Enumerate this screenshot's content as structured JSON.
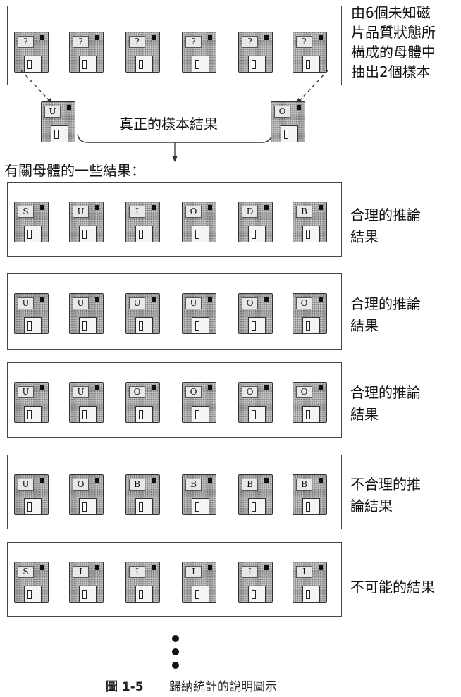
{
  "population": {
    "labels": [
      "?",
      "?",
      "?",
      "?",
      "?",
      "?"
    ],
    "note_lines": [
      "由6個未知磁",
      "片品質狀態所",
      "構成的母體中",
      "抽出2個樣本"
    ]
  },
  "sample": {
    "left_label": "U",
    "right_label": "O",
    "text": "真正的樣本結果"
  },
  "results_heading": "有關母體的一些結果：",
  "outcomes": [
    {
      "labels": [
        "S",
        "U",
        "I",
        "O",
        "D",
        "B"
      ],
      "verdict_lines": [
        "合理的推論",
        "結果"
      ]
    },
    {
      "labels": [
        "U",
        "U",
        "U",
        "U",
        "O",
        "O"
      ],
      "verdict_lines": [
        "合理的推論",
        "結果"
      ]
    },
    {
      "labels": [
        "U",
        "U",
        "O",
        "O",
        "O",
        "O"
      ],
      "verdict_lines": [
        "合理的推論",
        "結果"
      ]
    },
    {
      "labels": [
        "U",
        "O",
        "B",
        "B",
        "B",
        "B"
      ],
      "verdict_lines": [
        "不合理的推",
        "論結果"
      ]
    },
    {
      "labels": [
        "S",
        "I",
        "I",
        "I",
        "I",
        "I"
      ],
      "verdict_lines": [
        "不可能的結果"
      ]
    }
  ],
  "caption": {
    "number": "圖 1-5",
    "text": "歸納統計的說明圖示"
  }
}
